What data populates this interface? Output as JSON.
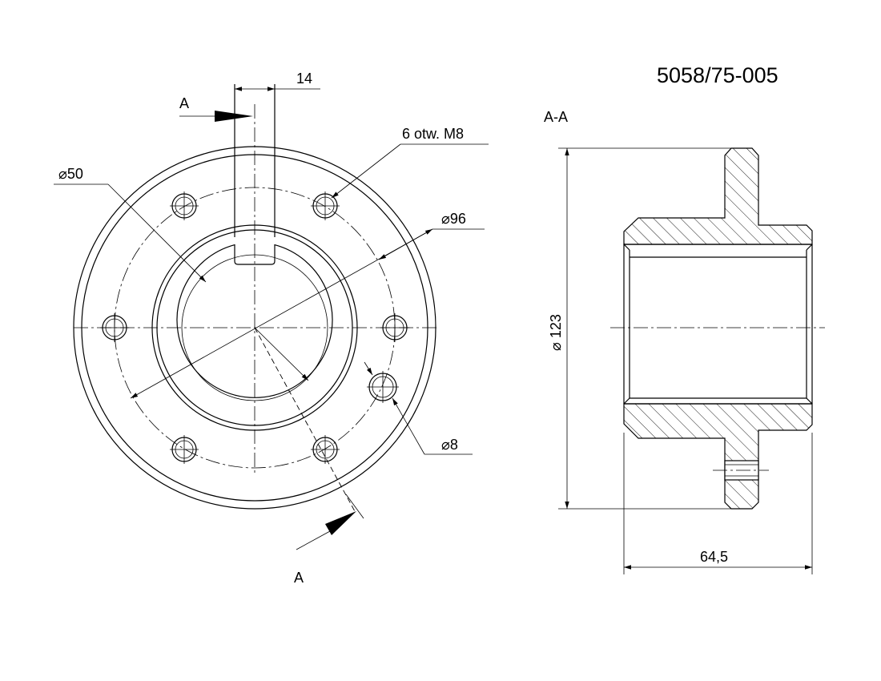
{
  "drawing_number": "5058/75-005",
  "section_label": "A-A",
  "cut_marks": {
    "top": "A",
    "bottom": "A"
  },
  "dimensions": {
    "keyway_width": "14",
    "holes_note": "6 otw. M8",
    "bore_diameter": "⌀50",
    "bolt_circle_diameter": "⌀96",
    "hole_diameter": "⌀8",
    "outer_diameter": "⌀ 123",
    "length": "64,5"
  }
}
